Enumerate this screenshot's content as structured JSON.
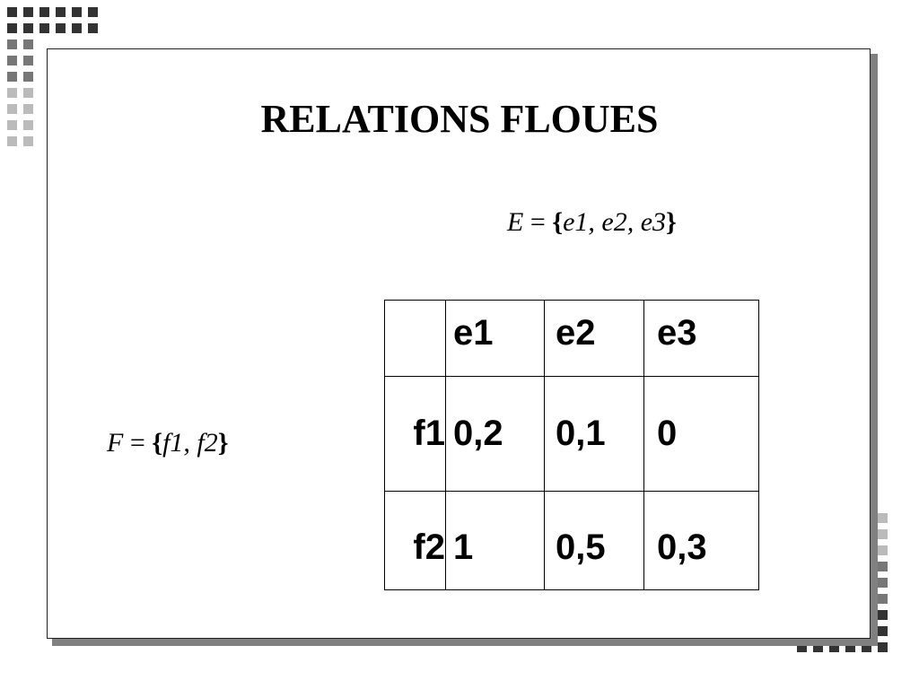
{
  "slide": {
    "title": "RELATIONS FLOUES"
  },
  "formula_e": {
    "lhs": "E",
    "eq": " = ",
    "open": "{",
    "body": "e1, e2, e3",
    "close": "}"
  },
  "formula_f": {
    "lhs": "F",
    "eq": " = ",
    "open": "{",
    "body": "f1, f2",
    "close": "}"
  },
  "table": {
    "columns": [
      "",
      "e1",
      "e2",
      "e3"
    ],
    "rows": [
      {
        "label": "f1",
        "values": [
          "0,2",
          "0,1",
          "0"
        ]
      },
      {
        "label": "f2",
        "values": [
          "1",
          "0,5",
          "0,3"
        ]
      }
    ]
  },
  "colors": {
    "square_dark": "#333333",
    "square_mid": "#777777",
    "square_light": "#bbbbbb",
    "shadow": "#808080"
  }
}
